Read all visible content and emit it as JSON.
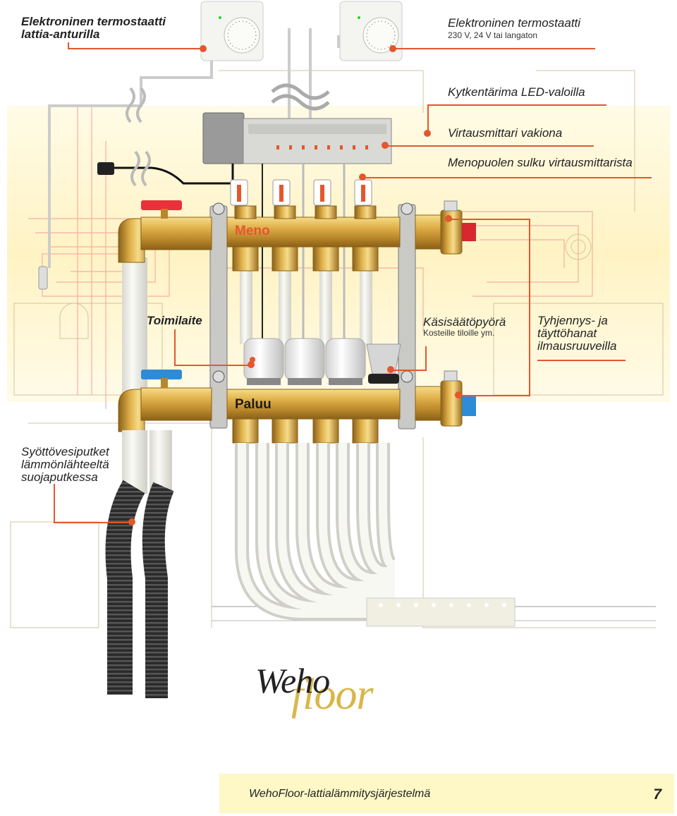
{
  "labels": {
    "thermostat_floor": [
      "Elektroninen termostaatti",
      "lattia-anturilla"
    ],
    "thermostat_electronic": "Elektroninen termostaatti",
    "thermostat_electronic_sub": "230 V, 24 V tai langaton",
    "wiring_center": "Kytkentärima LED-valoilla",
    "flow_meter": "Virtausmittari vakiona",
    "supply_shutoff": "Menopuolen sulku virtausmittarista",
    "actuator": "Toimilaite",
    "manual_wheel": "Käsisäätöpyörä",
    "manual_wheel_sub": "Kosteille tiloille ym.",
    "drain_fill": [
      "Tyhjennys- ja",
      "täyttöhanat",
      "ilmausruuveilla"
    ],
    "supply_pipes": [
      "Syöttövesiputket",
      "lämmönlähteeltä",
      "suojaputkessa"
    ],
    "manifold_supply": "Meno",
    "manifold_return": "Paluu"
  },
  "logo": {
    "part1": "Weho",
    "part2": "floor"
  },
  "footer": {
    "title": "WehoFloor-lattialämmitysjärjestelmä",
    "page": "7"
  },
  "colors": {
    "accent": "#e4572e",
    "brass": "#d9a93c",
    "supply_valve": "#e8313a",
    "return_valve": "#2e8bd6",
    "footer_bg": "#fdf8c6"
  }
}
